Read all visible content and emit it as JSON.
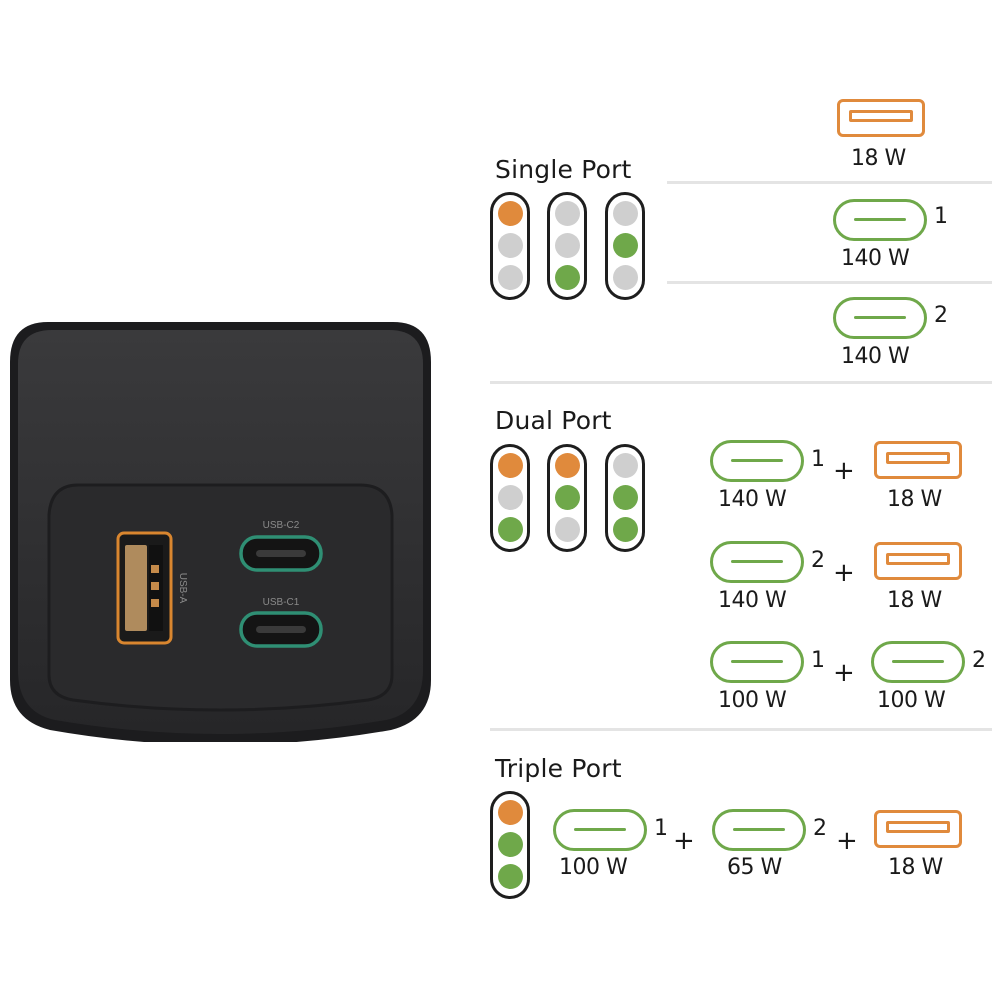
{
  "colors": {
    "usb_a_accent": "#e08a3c",
    "usb_c_accent": "#6fa84a",
    "led_off": "#cfcfcf",
    "device_body": "#2d2d2f",
    "device_port_glow_c": "#2f8f74",
    "device_port_glow_a": "#d9862f"
  },
  "device": {
    "usb_c2_label": "USB-C2",
    "usb_c1_label": "USB-C1",
    "usb_a_label": "USB-A"
  },
  "sections": {
    "single": {
      "title": "Single Port"
    },
    "dual": {
      "title": "Dual Port"
    },
    "triple": {
      "title": "Triple Port"
    }
  },
  "indicators": {
    "single": [
      [
        "orange",
        "off",
        "off"
      ],
      [
        "off",
        "off",
        "green"
      ],
      [
        "off",
        "green",
        "off"
      ]
    ],
    "dual": [
      [
        "orange",
        "off",
        "green"
      ],
      [
        "orange",
        "green",
        "off"
      ],
      [
        "off",
        "green",
        "green"
      ]
    ],
    "triple": [
      [
        "orange",
        "green",
        "green"
      ]
    ]
  },
  "single_rows": [
    {
      "port": "usb-a",
      "watt": "18 W"
    },
    {
      "port": "usb-c",
      "number": "1",
      "watt": "140 W"
    },
    {
      "port": "usb-c",
      "number": "2",
      "watt": "140 W"
    }
  ],
  "dual_rows": [
    {
      "left": {
        "port": "usb-c",
        "number": "1",
        "watt": "140 W"
      },
      "plus": "+",
      "right": {
        "port": "usb-a",
        "watt": "18 W"
      }
    },
    {
      "left": {
        "port": "usb-c",
        "number": "2",
        "watt": "140 W"
      },
      "plus": "+",
      "right": {
        "port": "usb-a",
        "watt": "18 W"
      }
    },
    {
      "left": {
        "port": "usb-c",
        "number": "1",
        "watt": "100 W"
      },
      "plus": "+",
      "right": {
        "port": "usb-c",
        "number": "2",
        "watt": "100 W"
      }
    }
  ],
  "triple_row": {
    "a": {
      "port": "usb-c",
      "number": "1",
      "watt": "100 W"
    },
    "plus1": "+",
    "b": {
      "port": "usb-c",
      "number": "2",
      "watt": "65 W"
    },
    "plus2": "+",
    "c": {
      "port": "usb-a",
      "watt": "18 W"
    }
  }
}
